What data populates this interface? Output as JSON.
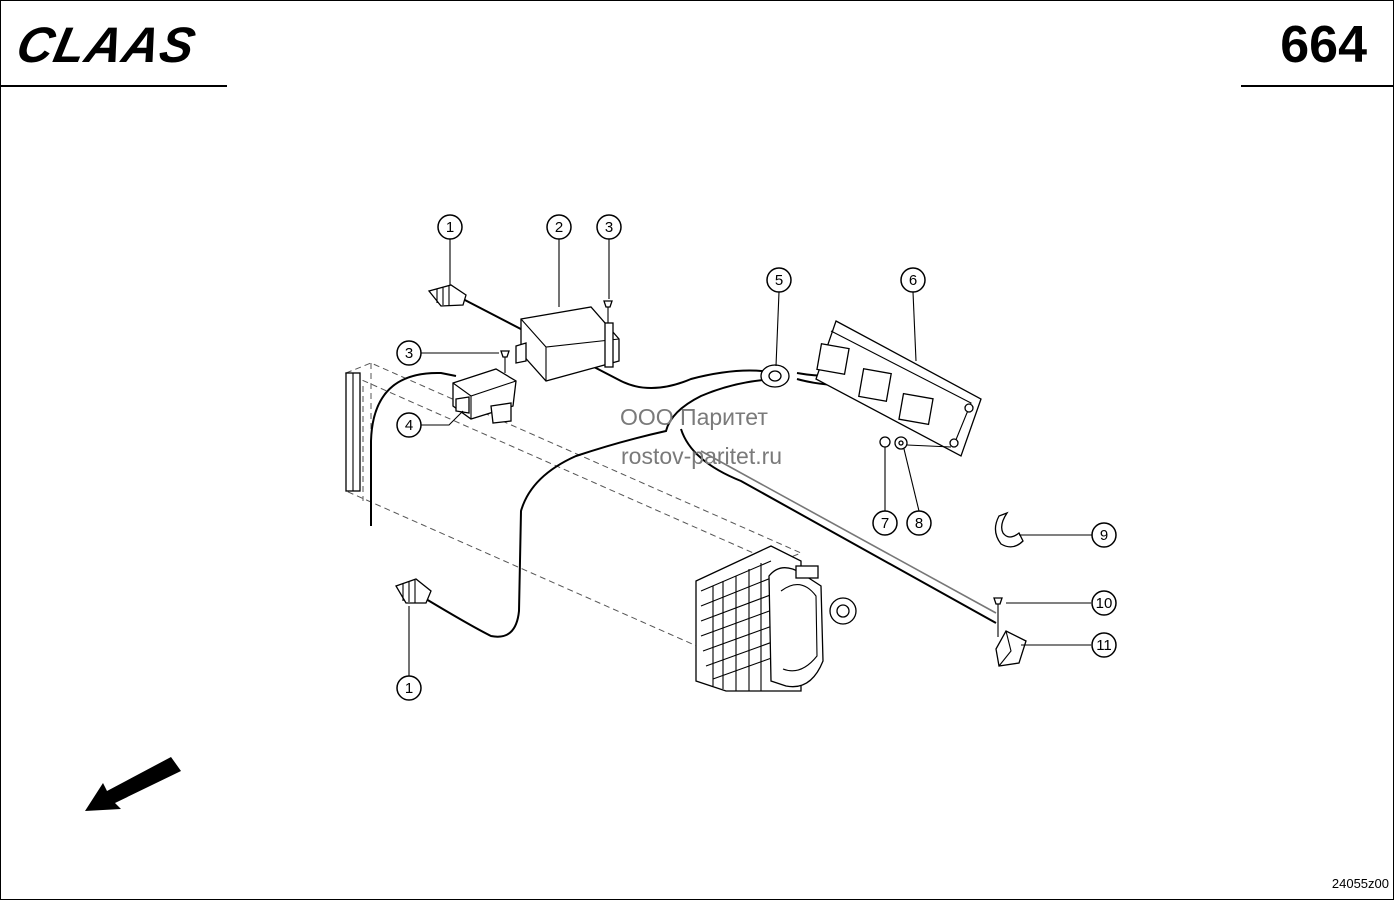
{
  "header": {
    "brand": "CLAAS",
    "page_number": "664"
  },
  "watermark": {
    "line1": "ООО Паритет",
    "line2": "rostov-paritet.ru"
  },
  "drawing_code": "24055z00",
  "icons": {
    "logo": "claas-logo",
    "arrow": "orientation-arrow-icon"
  },
  "callouts": [
    {
      "id": "c1a",
      "label": "1"
    },
    {
      "id": "c2",
      "label": "2"
    },
    {
      "id": "c3a",
      "label": "3"
    },
    {
      "id": "c3b",
      "label": "3"
    },
    {
      "id": "c4",
      "label": "4"
    },
    {
      "id": "c5",
      "label": "5"
    },
    {
      "id": "c6",
      "label": "6"
    },
    {
      "id": "c7",
      "label": "7"
    },
    {
      "id": "c8",
      "label": "8"
    },
    {
      "id": "c9",
      "label": "9"
    },
    {
      "id": "c10",
      "label": "10"
    },
    {
      "id": "c11",
      "label": "11"
    },
    {
      "id": "c1b",
      "label": "1"
    }
  ]
}
